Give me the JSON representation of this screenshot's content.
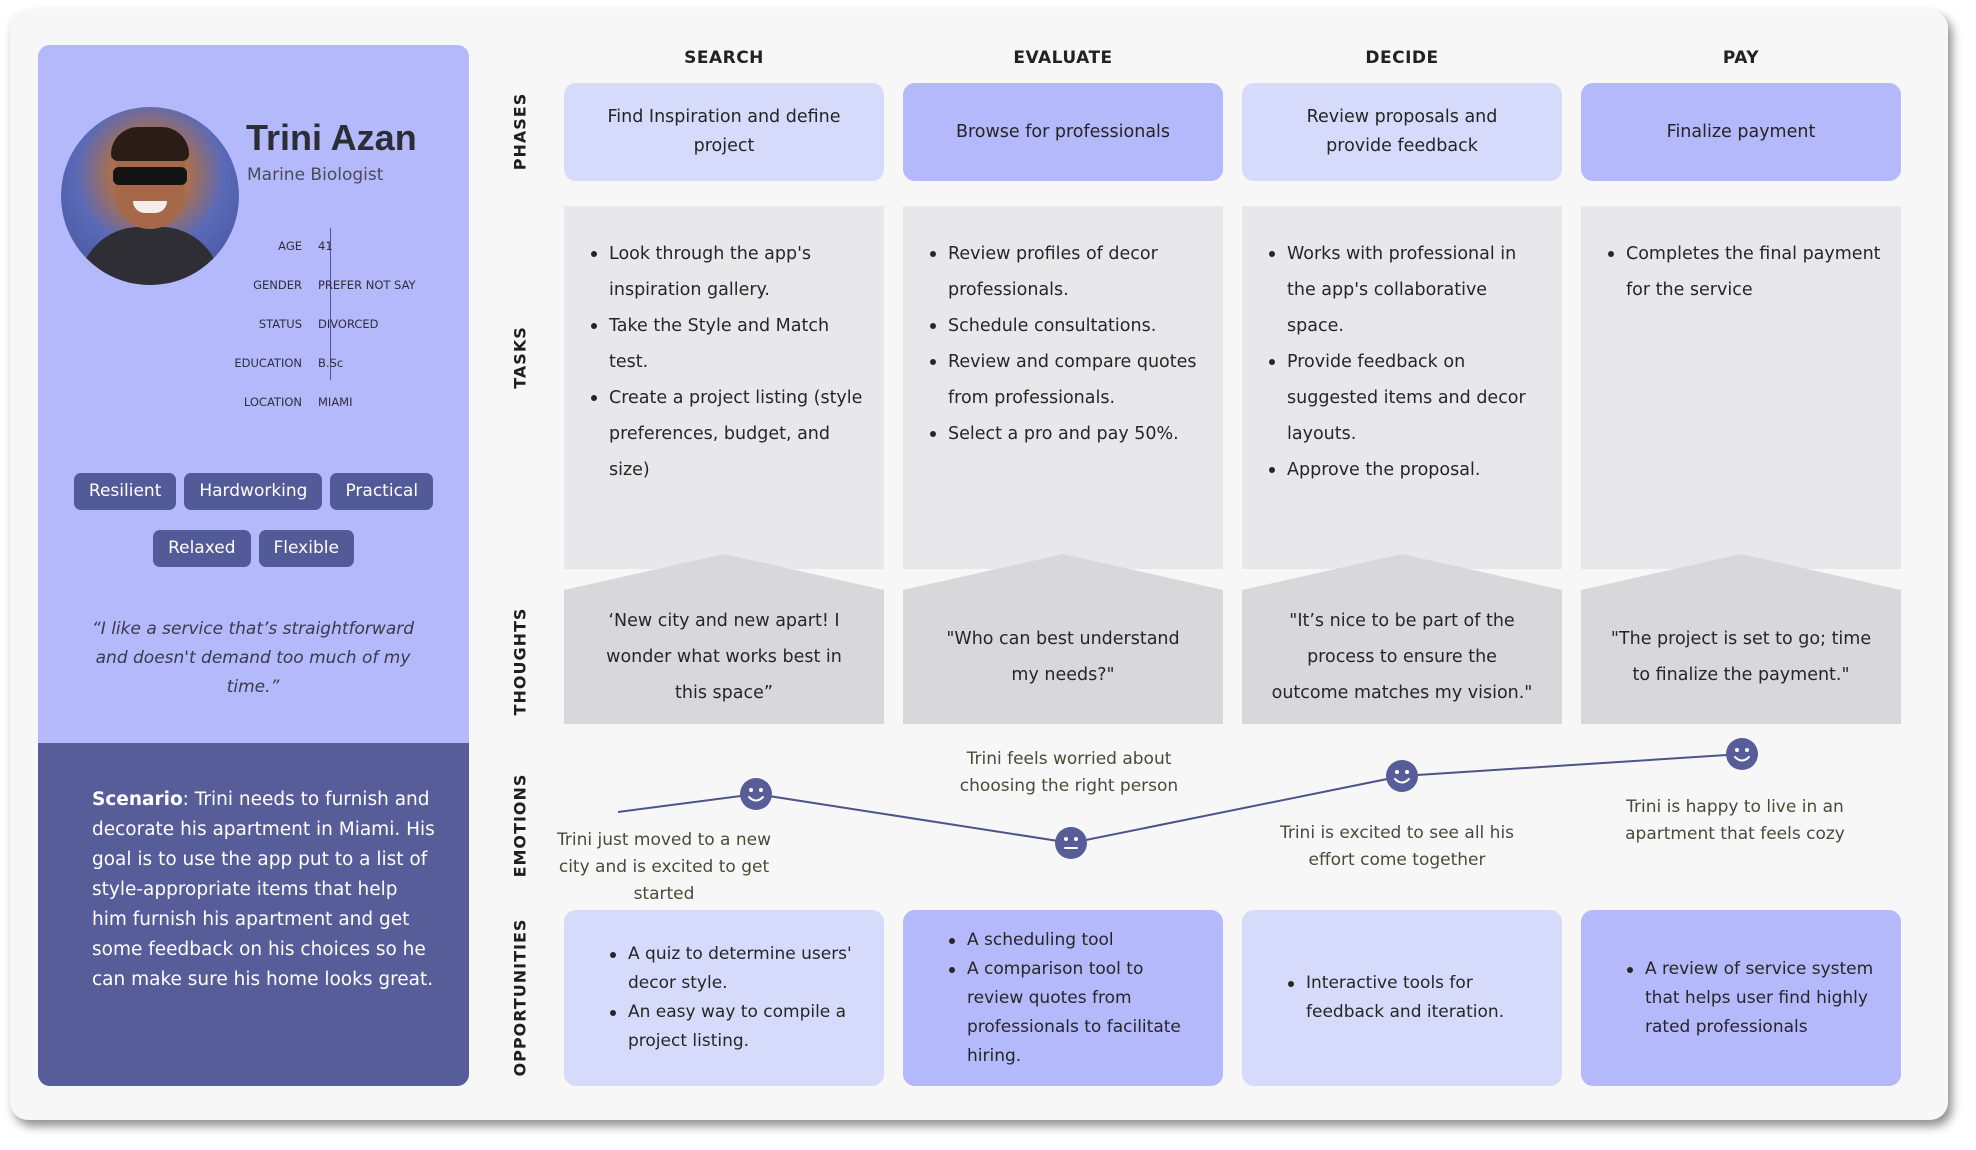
{
  "persona": {
    "name": "Trini Azan",
    "role": "Marine Biologist",
    "facts": [
      {
        "label": "AGE",
        "value": "41"
      },
      {
        "label": "GENDER",
        "value": "PREFER NOT SAY"
      },
      {
        "label": "STATUS",
        "value": "DIVORCED"
      },
      {
        "label": "EDUCATION",
        "value": "B.Sc"
      },
      {
        "label": "LOCATION",
        "value": "MIAMI"
      }
    ],
    "traits": [
      "Resilient",
      "Hardworking",
      "Practical",
      "Relaxed",
      "Flexible"
    ],
    "quote": "“I like a service that’s straightforward and doesn't demand too much of my time.”",
    "scenario_label": "Scenario",
    "scenario_text": ": Trini needs to furnish and decorate his apartment in Miami. His goal is to use the app put to a list of style-appropriate items that help him furnish his apartment and get some feedback on his choices so he can make sure his home looks great."
  },
  "row_labels": {
    "phases": "PHASES",
    "tasks": "TASKS",
    "thoughts": "THOUGHTS",
    "emotions": "EMOTIONS",
    "opportunities": "OPPORTUNITIES"
  },
  "columns": [
    {
      "heading": "SEARCH",
      "phase": "Find Inspiration and define project",
      "tasks": [
        "Look through the app's inspiration gallery.",
        "Take the Style and Match test.",
        "Create a project listing (style preferences, budget, and size)"
      ],
      "thought": "‘New city and new apart! I wonder what works best in this space”",
      "emotion": {
        "caption": "Trini just moved to a new city and is excited to get started",
        "face": "happy"
      },
      "opportunities": [
        "A quiz to determine users' decor style.",
        "An easy way to compile a project listing."
      ]
    },
    {
      "heading": "EVALUATE",
      "phase": "Browse for professionals",
      "tasks": [
        "Review profiles of decor professionals.",
        "Schedule consultations.",
        "Review and compare quotes from professionals.",
        "Select a pro and pay 50%."
      ],
      "thought": "\"Who can best understand my needs?\"",
      "emotion": {
        "caption": "Trini feels worried about choosing the right person",
        "face": "neutral"
      },
      "opportunities": [
        "A scheduling tool",
        "A comparison tool to review quotes from professionals to facilitate hiring."
      ]
    },
    {
      "heading": "DECIDE",
      "phase": "Review proposals and provide feedback",
      "tasks": [
        "Works with professional in the app's collaborative space.",
        "Provide feedback on suggested items and decor layouts.",
        "Approve the proposal."
      ],
      "thought": "\"It’s nice to be part of the process to ensure the outcome matches my vision.\"",
      "emotion": {
        "caption": "Trini is excited to see all his effort come together",
        "face": "happy"
      },
      "opportunities": [
        "Interactive tools for feedback and iteration."
      ]
    },
    {
      "heading": "PAY",
      "phase": "Finalize payment",
      "tasks": [
        "Completes the final payment for the service"
      ],
      "thought": "\"The project is set to go; time to finalize the payment.\"",
      "emotion": {
        "caption": "Trini is happy to live in an apartment that feels cozy",
        "face": "happy"
      },
      "opportunities": [
        "A review of service system that helps user find highly rated professionals"
      ]
    }
  ],
  "colors": {
    "accent_dark": "#575d98",
    "accent_light": "#b3b9fa",
    "accent_pale": "#d6dbfb",
    "emotion_line": "#4d5488"
  }
}
